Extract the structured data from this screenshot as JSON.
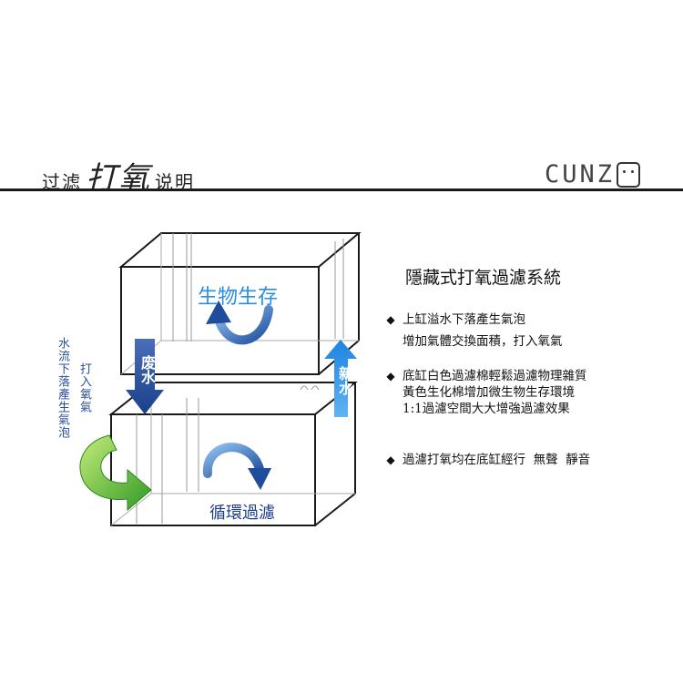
{
  "header": {
    "title_part1": "过滤",
    "title_part2": "打氧",
    "title_part3": "说明",
    "brand": "CUNZ"
  },
  "diagram": {
    "top_tank_label": "生物生存",
    "bottom_tank_label": "循環過濾",
    "waste_water_label": "废水",
    "fresh_water_label": "新水",
    "flow_down_label": "水流下落產生氣泡",
    "oxygen_in_label": "打入氧氣",
    "colors": {
      "dark_blue": "#1f4d9c",
      "light_blue": "#2a8ee6",
      "green": "#3fa82a",
      "label_blue": "#2b4f9a"
    }
  },
  "description": {
    "title": "隱藏式打氧過濾系統",
    "bullets": [
      {
        "lines": [
          "上缸溢水下落產生氣泡",
          "增加氣體交換面積，打入氧氣"
        ]
      },
      {
        "lines": [
          "底缸白色過濾棉輕鬆過濾物理雜質",
          "黃色生化棉增加微生物生存環境",
          "1:1過濾空間大大增強過濾效果"
        ]
      },
      {
        "lines": [
          "過濾打氧均在底缸經行  無聲  靜音"
        ]
      }
    ]
  }
}
